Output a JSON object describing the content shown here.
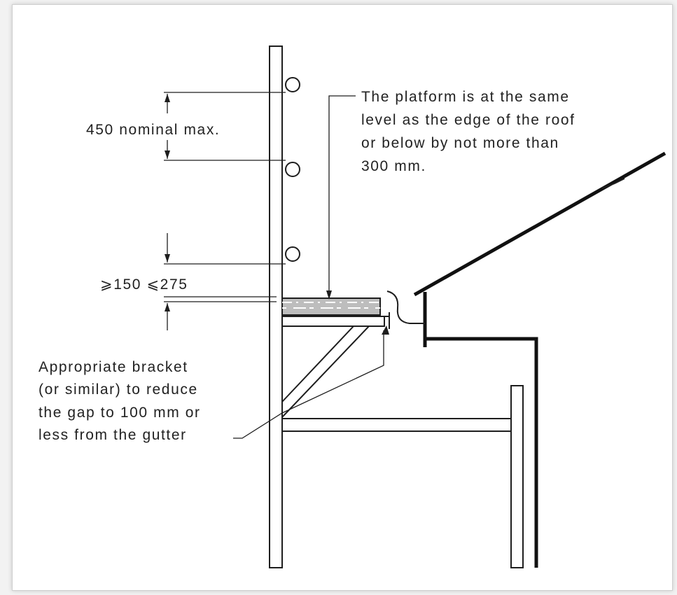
{
  "diagram": {
    "dim_450": "450 nominal max.",
    "dim_150_275": "⩾150 ⩽275",
    "platform_note": [
      "The platform is at the same",
      "level as the edge of the roof",
      "or below by not more than",
      "300 mm."
    ],
    "bracket_note": [
      "Appropriate bracket",
      "(or similar) to reduce",
      "the gap to 100 mm or",
      "less from the gutter"
    ]
  }
}
